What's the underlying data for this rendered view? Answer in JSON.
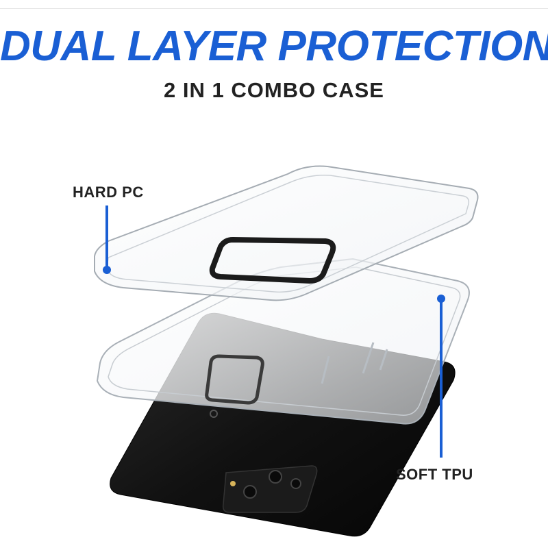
{
  "header": {
    "title": "DUAL LAYER PROTECTION",
    "subtitle": "2 IN 1 COMBO CASE"
  },
  "callouts": {
    "hard_pc": "HARD PC",
    "soft_tpu": "SOFT TPU"
  },
  "colors": {
    "accent": "#1a5fd4",
    "text": "#222222",
    "phone_body": "#141414",
    "background": "#ffffff"
  },
  "icons": {
    "hard_layer": "clear-hard-case-shell",
    "soft_layer": "clear-tpu-bumper-frame",
    "device": "black-smartphone-back"
  }
}
